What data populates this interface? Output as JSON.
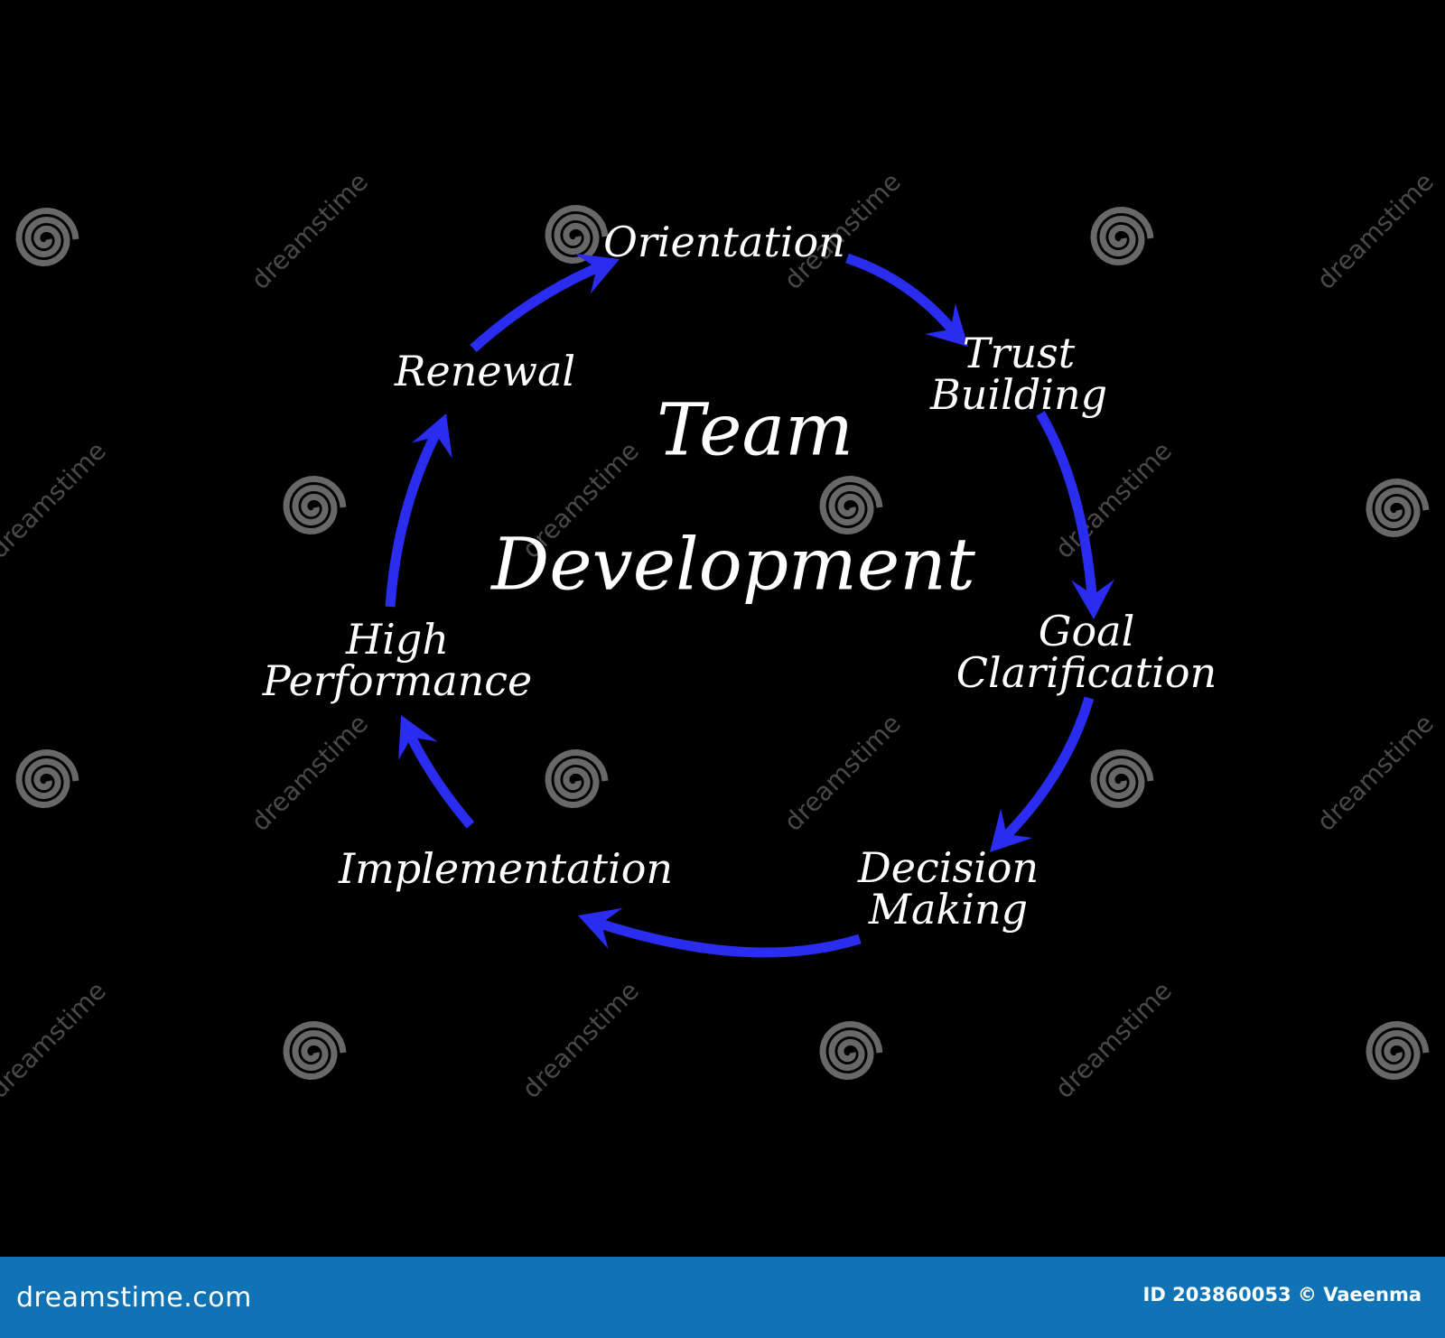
{
  "diagram": {
    "title_line1": "Team",
    "title_line2": "Development",
    "stages": [
      {
        "lines": [
          "Orientation"
        ]
      },
      {
        "lines": [
          "Trust",
          "Building"
        ]
      },
      {
        "lines": [
          "Goal",
          "Clarification"
        ]
      },
      {
        "lines": [
          "Decision",
          "Making"
        ]
      },
      {
        "lines": [
          "Implementation"
        ]
      },
      {
        "lines": [
          "High",
          "Performance"
        ]
      },
      {
        "lines": [
          "Renewal"
        ]
      }
    ],
    "arrow_color": "#2a2cf0",
    "text_color": "#ffffff",
    "background": "#000000"
  },
  "watermark": {
    "text": "dreamstime",
    "icon": "spiral-logo-icon"
  },
  "footer": {
    "brand": "dreamstime.com",
    "credit": "ID 203860053 © Vaeenma",
    "background": "#0f73b6"
  }
}
